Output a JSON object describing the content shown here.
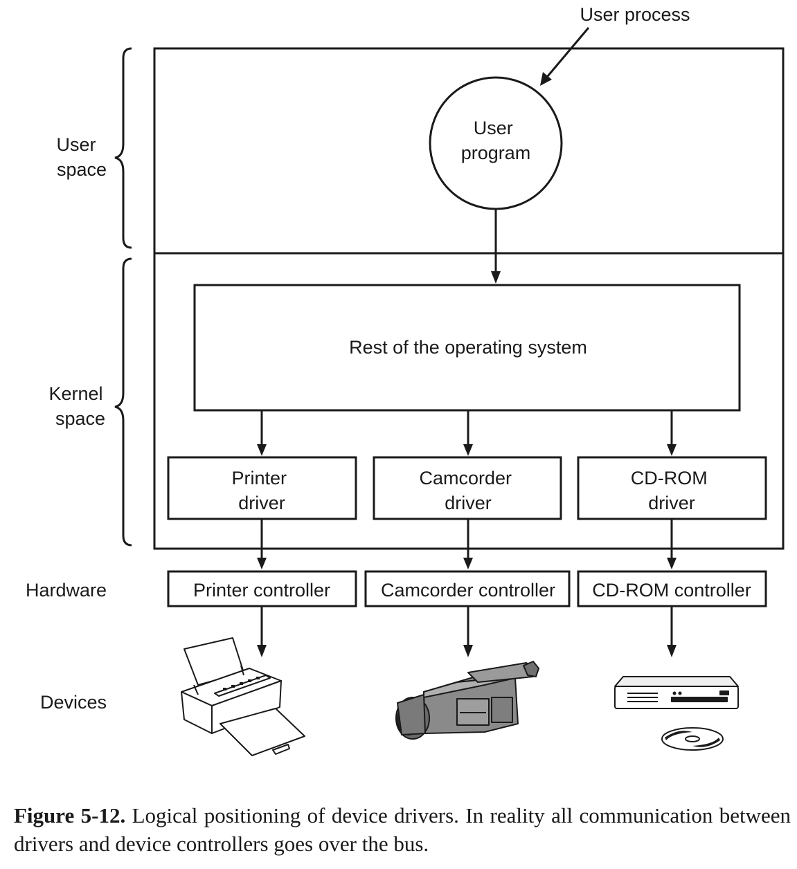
{
  "labels": {
    "user_process": "User process",
    "user_program": [
      "User",
      "program"
    ],
    "user_space": [
      "User",
      "space"
    ],
    "kernel_space": [
      "Kernel",
      "space"
    ],
    "hardware": "Hardware",
    "devices": "Devices",
    "rest_os": "Rest of the operating system"
  },
  "drivers": [
    {
      "name": [
        "Printer",
        "driver"
      ]
    },
    {
      "name": [
        "Camcorder",
        "driver"
      ]
    },
    {
      "name": [
        "CD-ROM",
        "driver"
      ]
    }
  ],
  "controllers": [
    {
      "name": "Printer controller"
    },
    {
      "name": "Camcorder controller"
    },
    {
      "name": "CD-ROM controller"
    }
  ],
  "devices": [
    {
      "icon": "printer-icon"
    },
    {
      "icon": "camcorder-icon"
    },
    {
      "icon": "cdrom-icon"
    }
  ],
  "caption": {
    "figure": "Figure 5-12.",
    "text": "Logical positioning of device drivers. In reality all communication between drivers and device controllers goes over the bus."
  }
}
